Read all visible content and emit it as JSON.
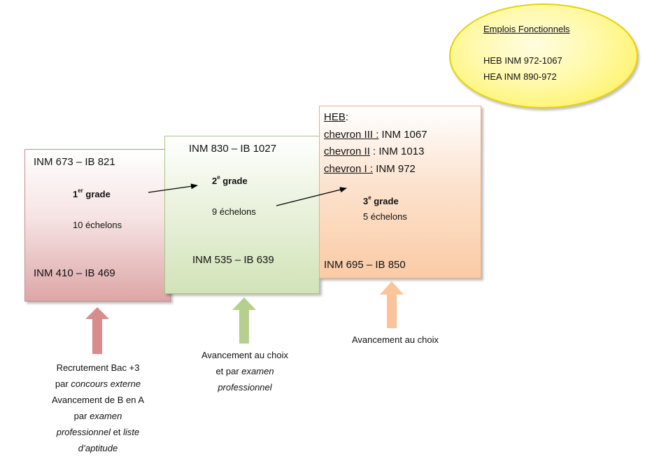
{
  "functional_jobs": {
    "title": "Emplois Fonctionnels",
    "line1": "HEB INM 972-1067",
    "line2": "HEA INM 890-972"
  },
  "grade1": {
    "top": "INM 673 – IB 821",
    "grade_num": "1",
    "grade_sup": "er",
    "grade_word": " grade",
    "echelons": "10 échelons",
    "bottom": "INM 410 – IB 469"
  },
  "grade2": {
    "top": "INM 830 – IB 1027",
    "grade_num": "2",
    "grade_sup": "e",
    "grade_word": " grade",
    "echelons": "9 échelons",
    "bottom": "INM 535 – IB 639"
  },
  "grade3": {
    "heb": "HEB",
    "heb_colon": ":",
    "chevron3_label": "chevron III :",
    "chevron3_value": " INM 1067",
    "chevron2_label": "chevron II",
    "chevron2_value": " : INM 1013",
    "chevron1_label": "chevron I :",
    "chevron1_value": " INM 972",
    "grade_num": "3",
    "grade_sup": "e",
    "grade_word": " grade",
    "echelons": "5 échelons",
    "bottom": "INM 695 – IB 850"
  },
  "captions": {
    "c1_line1": "Recrutement Bac +3",
    "c1_line2_a": "par ",
    "c1_line2_b": "concours externe",
    "c1_line3": "Avancement de B en A",
    "c1_line4": "par ",
    "c1_line4_b": "examen",
    "c1_line5_a": "professionnel",
    "c1_line5_b": " et ",
    "c1_line5_c": "liste",
    "c1_line6": "d’aptitude",
    "c2_line1": "Avancement au choix",
    "c2_line2_a": "et par ",
    "c2_line2_b": "examen",
    "c2_line3": "professionnel",
    "c3_line1": "Avancement au choix"
  },
  "colors": {
    "arrow1": "#d98c8c",
    "arrow2": "#b5d08e",
    "arrow3": "#fbc49a"
  }
}
